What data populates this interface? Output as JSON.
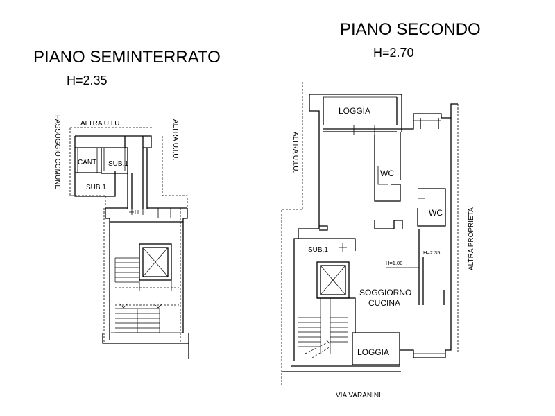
{
  "basement": {
    "title": "PIANO SEMINTERRATO",
    "height": "H=2.35",
    "labels": {
      "altra_top": "ALTRA U.I.U.",
      "altra_side": "ALTRA U.I.U.",
      "passaggio": "PASSOGGIO COMUNE",
      "cant": "CANT",
      "sub1_upper": "SUB.1",
      "sub1_lower": "SUB.1"
    }
  },
  "second_floor": {
    "title": "PIANO SECONDO",
    "height": "H=2.70",
    "labels": {
      "loggia_top": "LOGGIA",
      "wc_upper": "WC",
      "wc_lower": "WC",
      "altra_side": "ALTRA U.I.U.",
      "altra_proprieta": "ALTRA PROPRIETA'",
      "sub1": "SUB.1",
      "h100": "H=1.00",
      "h235": "H=2.35",
      "soggiorno_line1": "SOGGIORNO",
      "soggiorno_line2": "CUCINA",
      "loggia_bottom": "LOGGIA",
      "street": "VIA VARANINI"
    }
  }
}
